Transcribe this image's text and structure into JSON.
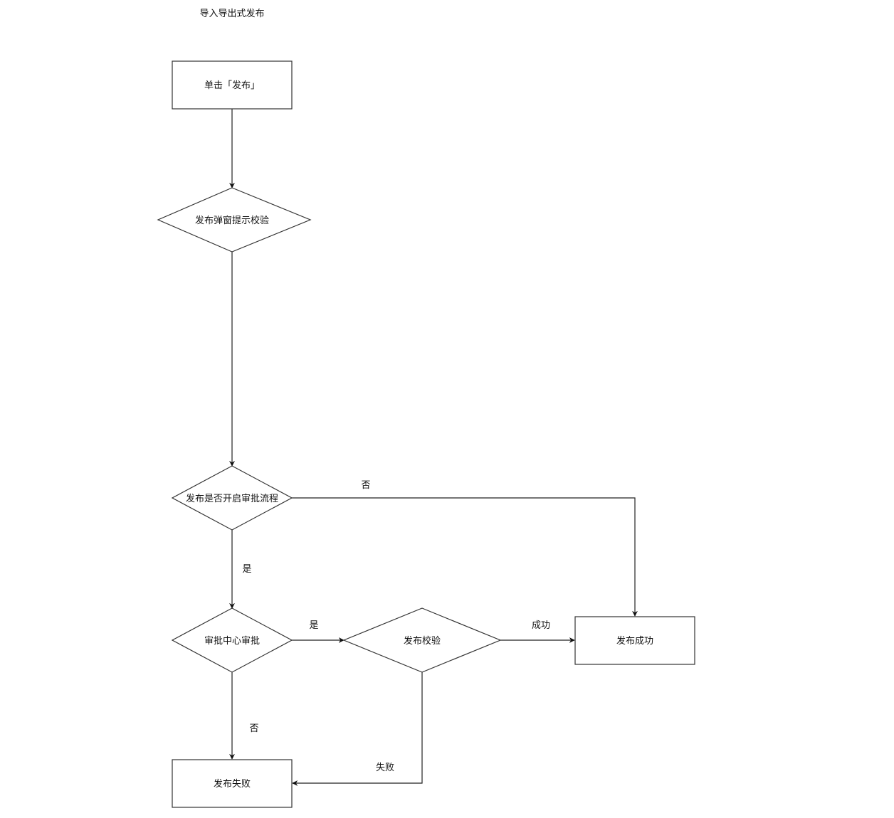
{
  "title": "导入导出式发布",
  "nodes": {
    "click_publish": "单击「发布」",
    "popup_check": "发布弹窗提示校验",
    "approval_enabled": "发布是否开启审批流程",
    "approval_center": "审批中心审批",
    "publish_check": "发布校验",
    "publish_success": "发布成功",
    "publish_fail": "发布失败"
  },
  "edges": {
    "approval_no": "否",
    "approval_yes": "是",
    "center_yes": "是",
    "center_no": "否",
    "check_success": "成功",
    "check_fail": "失败"
  },
  "colors": {
    "stroke": "#333333",
    "text": "#111111",
    "background": "#ffffff"
  }
}
